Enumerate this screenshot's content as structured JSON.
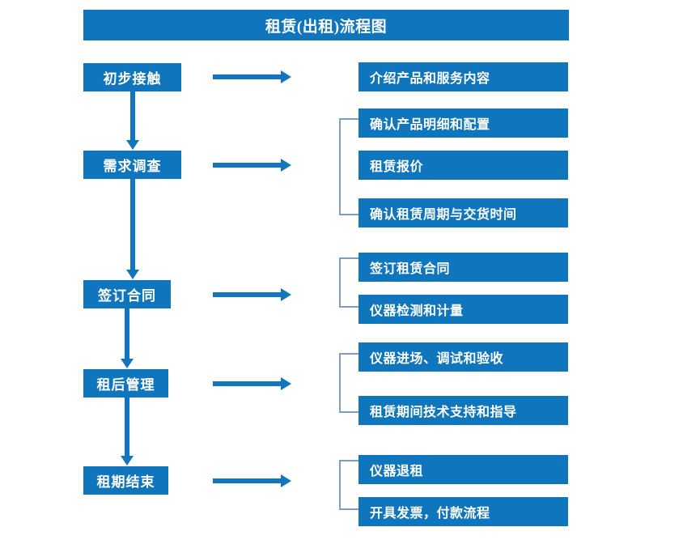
{
  "document": {
    "title": "租赁(出租)流程图"
  },
  "colors": {
    "box_blue": "#0f75bd",
    "arrow_blue": "#1175c0",
    "bracket_blue": "#7a9ec4",
    "text_white": "#ffffff",
    "background": "#ffffff"
  },
  "flow": {
    "stages": [
      {
        "label": "初步接触"
      },
      {
        "label": "需求调查"
      },
      {
        "label": "签订合同"
      },
      {
        "label": "租后管理"
      },
      {
        "label": "租期结束"
      }
    ],
    "details": [
      {
        "label": "介绍产品和服务内容"
      },
      {
        "label": "确认产品明细和配置"
      },
      {
        "label": "租赁报价"
      },
      {
        "label": "确认租赁周期与交货时间"
      },
      {
        "label": "签订租赁合同"
      },
      {
        "label": "仪器检测和计量"
      },
      {
        "label": "仪器进场、调试和验收"
      },
      {
        "label": "租赁期间技术支持和指导"
      },
      {
        "label": "仪器退租"
      },
      {
        "label": "开具发票，付款流程"
      }
    ],
    "groups": [
      {
        "stage": "需求调查",
        "details": [
          "确认产品明细和配置",
          "租赁报价",
          "确认租赁周期与交货时间"
        ]
      },
      {
        "stage": "签订合同",
        "details": [
          "签订租赁合同",
          "仪器检测和计量"
        ]
      },
      {
        "stage": "租后管理",
        "details": [
          "仪器进场、调试和验收",
          "租赁期间技术支持和指导"
        ]
      },
      {
        "stage": "租期结束",
        "details": [
          "仪器退租",
          "开具发票，付款流程"
        ]
      }
    ],
    "connectors": {
      "down_arrow_count": 4,
      "right_arrow_count": 5,
      "bracket_count": 4
    }
  }
}
